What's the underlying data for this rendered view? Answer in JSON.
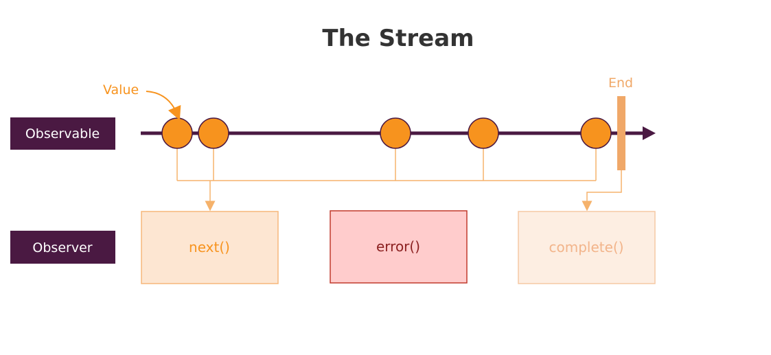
{
  "title": "The Stream",
  "annotations": {
    "value": "Value",
    "end": "End"
  },
  "rows": {
    "observable": "Observable",
    "observer": "Observer"
  },
  "methods": {
    "next": "next()",
    "error": "error()",
    "complete": "complete()"
  },
  "colors": {
    "timeline": "#4a1942",
    "tag_bg": "#4a1942",
    "value_orange": "#f7931e",
    "end_marker": "#f0a868",
    "connector": "#f5b26b",
    "next_fill": "#fde6d2",
    "next_border": "#f7b77a",
    "next_text": "#f7931e",
    "error_fill": "#ffcccc",
    "error_border": "#c0392b",
    "error_text": "#8b2020",
    "complete_fill": "#fdeee2",
    "complete_border": "#f5c9a4",
    "complete_text": "#f2b48a",
    "title_color": "#333333"
  }
}
